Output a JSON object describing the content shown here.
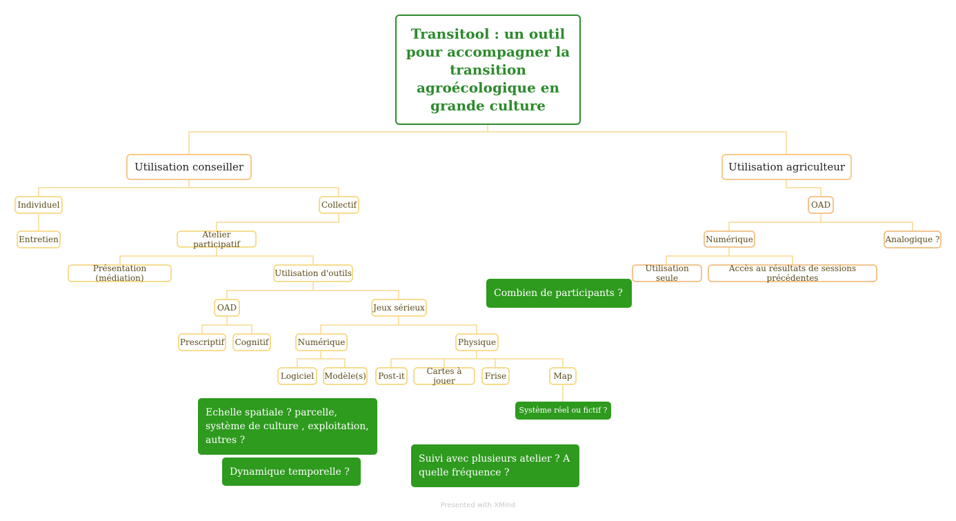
{
  "root": {
    "title": "Transitool : un outil pour accompagner la transition agroécologique en grande culture"
  },
  "branches": {
    "conseiller": {
      "label": "Utilisation conseiller",
      "individuel": {
        "label": "Individuel",
        "entretien": "Entretien"
      },
      "collectif": {
        "label": "Collectif",
        "atelier": {
          "label": "Atelier participatif",
          "presentation": "Présentation (médiation)",
          "utilisation_outils": {
            "label": "Utilisation d'outils",
            "oad": {
              "label": "OAD",
              "prescriptif": "Prescriptif",
              "cognitif": "Cognitif"
            },
            "jeux": {
              "label": "Jeux sérieux",
              "numerique": {
                "label": "Numérique",
                "logiciel": "Logiciel",
                "modeles": "Modèle(s)"
              },
              "physique": {
                "label": "Physique",
                "postit": "Post-it",
                "cartes": "Cartes à jouer",
                "frise": "Frise",
                "map": "Map"
              }
            }
          }
        }
      }
    },
    "agriculteur": {
      "label": "Utilisation agriculteur",
      "oad": {
        "label": "OAD",
        "numerique": {
          "label": "Numérique",
          "seule": "Utilisation seule",
          "acces": "Accès au résultats de sessions précédentes"
        },
        "analogique": "Analogique ?"
      }
    }
  },
  "notes": {
    "participants": "Combien de participants ?",
    "systeme": "Système réel ou fictif ?",
    "echelle": "Echelle spatiale ? parcelle, système de culture , exploitation, autres ?",
    "dynamique": "Dynamique temporelle ?",
    "suivi": "Suivi avec plusieurs atelier ? A quelle fréquence ?"
  },
  "footer": "Presented with XMind",
  "colors": {
    "root": "#2d8a2d",
    "note": "#2e9a1e",
    "line": "#f7dc8f",
    "main_border": "#f7c98a"
  }
}
